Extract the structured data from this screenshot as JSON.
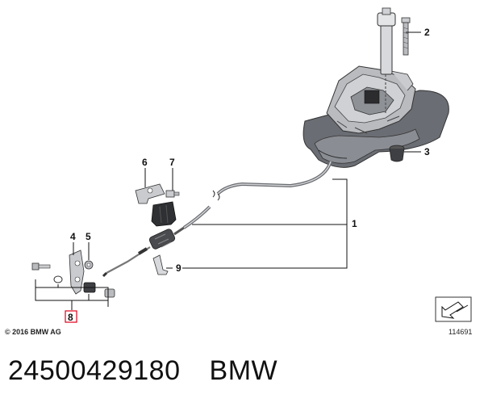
{
  "callouts": {
    "c1": "1",
    "c2": "2",
    "c3": "3",
    "c4": "4",
    "c5": "5",
    "c6": "6",
    "c7": "7",
    "c8": "8",
    "c9": "9"
  },
  "copyright": "© 2016 BMW AG",
  "diagram_id": "114691",
  "part_number": "24500429180",
  "brand": "BMW"
}
